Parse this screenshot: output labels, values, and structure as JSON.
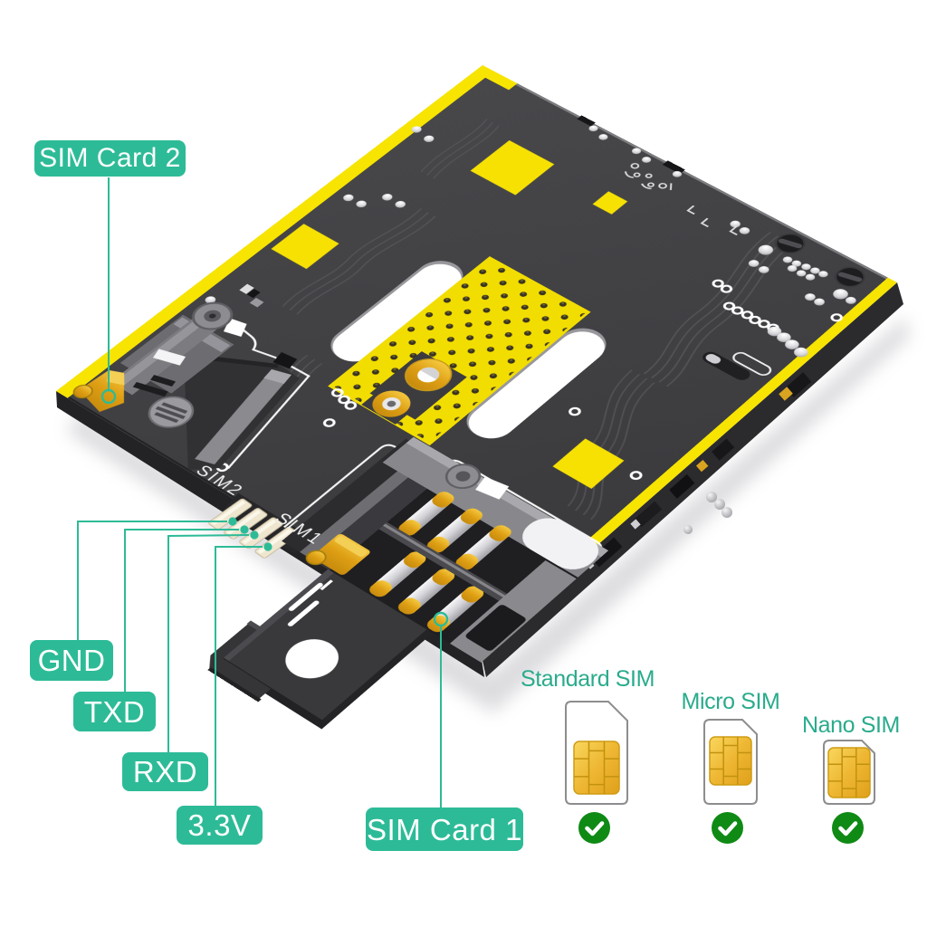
{
  "callouts": {
    "sim_card_2": {
      "label": "SIM Card 2"
    },
    "gnd": {
      "label": "GND"
    },
    "txd": {
      "label": "TXD"
    },
    "rxd": {
      "label": "RXD"
    },
    "v33": {
      "label": "3.3V"
    },
    "sim_card_1": {
      "label": "SIM Card 1"
    }
  },
  "board": {
    "silk_sim1": "SIM1",
    "silk_sim2": "SIM2"
  },
  "sim_types": [
    {
      "label": "Standard SIM",
      "supported": true
    },
    {
      "label": "Micro SIM",
      "supported": true
    },
    {
      "label": "Nano SIM",
      "supported": true
    }
  ],
  "colors": {
    "callout_teal": "#2dbb97",
    "check_green": "#0f8a15",
    "pcb_yellow": "#f7e400",
    "pcb_dark": "#3e3e41",
    "chip_gold": "#eeb733",
    "background": "#ffffff"
  }
}
